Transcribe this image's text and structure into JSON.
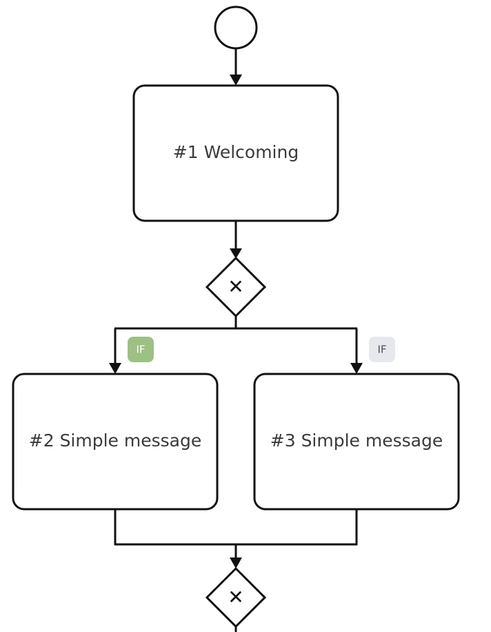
{
  "diagram": {
    "steps": [
      {
        "id": "step-1",
        "label": "#1 Welcoming"
      },
      {
        "id": "step-2",
        "label": "#2 Simple message"
      },
      {
        "id": "step-3",
        "label": "#3 Simple message"
      }
    ],
    "conditions": [
      {
        "label": "IF",
        "state": "active",
        "color": "#9dc084",
        "text_color": "#ffffff"
      },
      {
        "label": "IF",
        "state": "inactive",
        "color": "#e6e8ee",
        "text_color": "#4a4f5a"
      }
    ],
    "gateway_symbol": "✕",
    "colors": {
      "stroke": "#111111",
      "text": "#3a3a3a",
      "background": "#ffffff"
    }
  }
}
